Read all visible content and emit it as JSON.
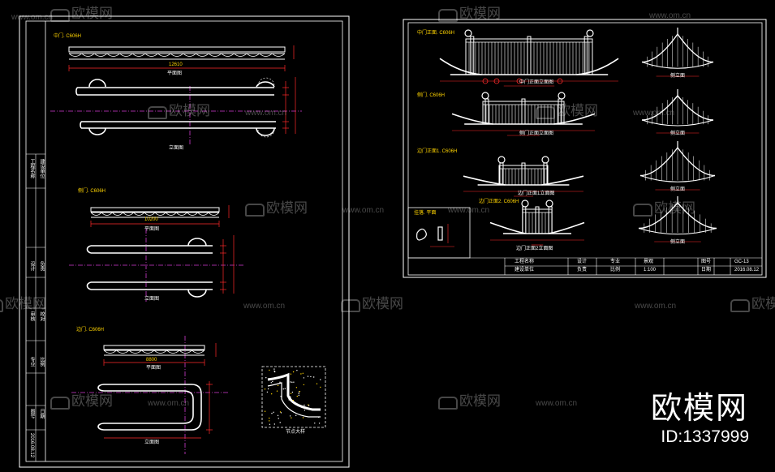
{
  "sheet1": {
    "title_block": {
      "cells": [
        "工程名称",
        "建设单位",
        "设计",
        "负责",
        "审核",
        "校对",
        "专业",
        "比例",
        "图号",
        "日期"
      ],
      "date": "2016.08.12"
    },
    "sections": [
      {
        "label": "中门.  C606H",
        "elev_dim": "12610",
        "plan_label": "平面图",
        "elev_label": "立面图"
      },
      {
        "label": "侧门.  C606H",
        "elev_dim": "10200",
        "plan_label": "平面图",
        "elev_label": "立面图"
      },
      {
        "label": "边门.  C606H",
        "elev_dim": "8800",
        "plan_label": "平面图",
        "elev_label": "立面图"
      }
    ],
    "detail_label": "节点大样"
  },
  "sheet2": {
    "elevations": [
      {
        "label": "中门正面.  C606H",
        "caption": "中门正面立面图"
      },
      {
        "label": "侧门.  C606H",
        "caption": "侧门正面立面图"
      },
      {
        "label": "边门正面1.  C606H",
        "caption": "边门正面1立面图"
      },
      {
        "label": "边门正面2.  C606H",
        "caption": "边门正面2立面图"
      }
    ],
    "side_labels": [
      "侧立面",
      "侧立面",
      "侧立面",
      "侧立面"
    ],
    "detail_box_label": "挂落.  平面",
    "title_block": {
      "row1": [
        "工程名称",
        "设计",
        "专业",
        "景观",
        "图号",
        "GC-13"
      ],
      "row2": [
        "建设单位",
        "负责",
        "比例",
        "1:100",
        "日期",
        "2016.08.12"
      ]
    }
  },
  "watermark": {
    "brand": "欧模网",
    "url": "www.om.cn",
    "id_text": "ID:1337999"
  },
  "colors": {
    "background": "#000000",
    "line": "#ffffff",
    "dimension": "#ff2a2a",
    "centerline": "#d23cd2",
    "annotation": "#ffd400"
  }
}
